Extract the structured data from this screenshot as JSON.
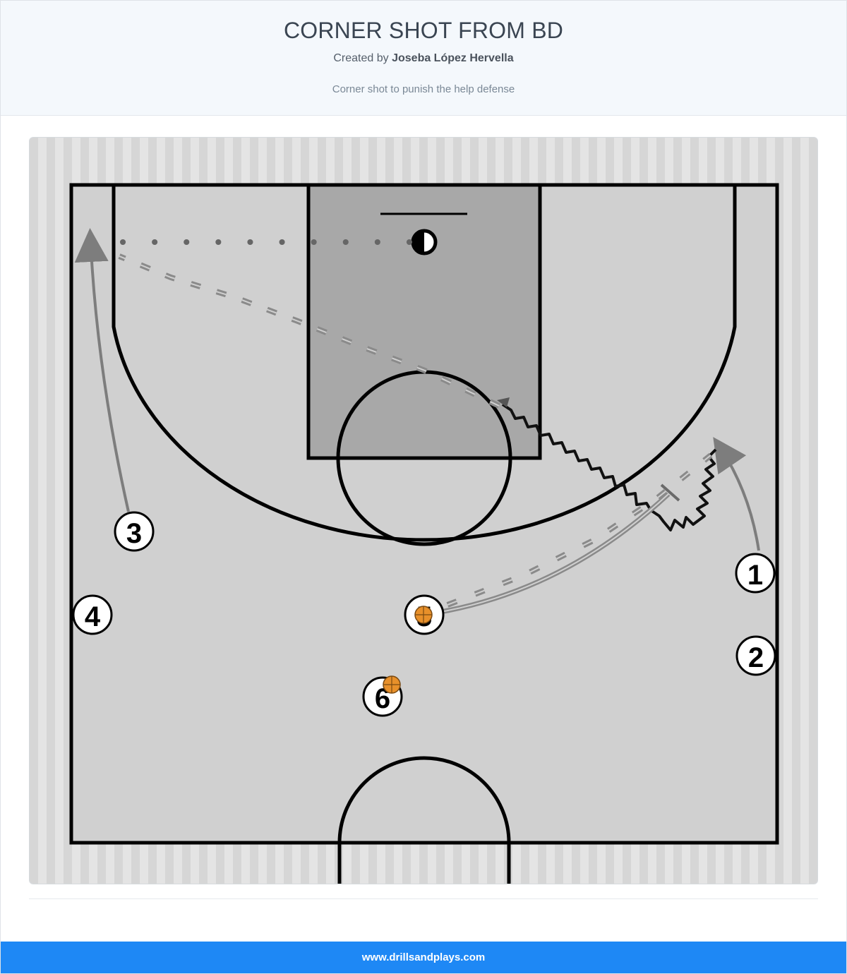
{
  "header": {
    "title": "CORNER SHOT FROM BD",
    "created_by_prefix": "Created by",
    "author": "Joseba López Hervella",
    "description": "Corner shot to punish the help defense"
  },
  "diagram": {
    "players": [
      {
        "label": "1"
      },
      {
        "label": "2"
      },
      {
        "label": "3"
      },
      {
        "label": "4"
      },
      {
        "label": "5"
      },
      {
        "label": "6"
      }
    ],
    "colors": {
      "court": "#d2d2d2",
      "paint": "#a9a9a9",
      "lines": "#000000",
      "ball": "#e8902a",
      "movement": "#7d7d7d"
    }
  },
  "footer": {
    "site": "www.drillsandplays.com"
  }
}
